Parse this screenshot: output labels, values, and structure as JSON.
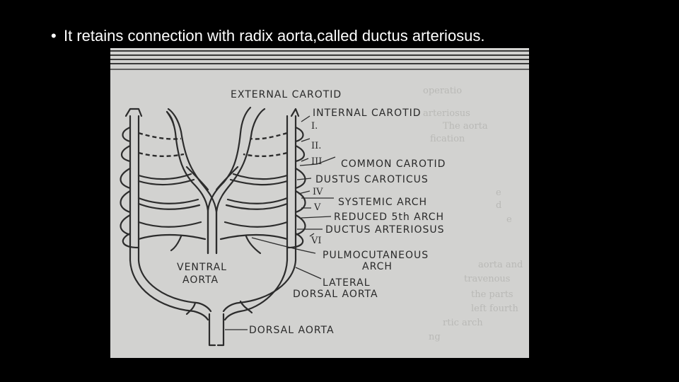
{
  "slide": {
    "bullet_text": "It retains connection with radix aorta,called ductus arteriosus."
  },
  "diagram": {
    "labels": {
      "external_carotid": "EXTERNAL CAROTID",
      "internal_carotid": "INTERNAL CAROTID",
      "arch_i": "I.",
      "arch_ii": "II.",
      "arch_iii": "III",
      "common_carotid": "COMMON CAROTID",
      "ductus_caroticus": "DUSTUS CAROTICUS",
      "arch_iv": "IV",
      "systemic_arch": "SYSTEMIC ARCH",
      "arch_v": "V",
      "reduced_5th_arch": "REDUCED 5th ARCH",
      "ductus_arteriosus": "DUCTUS ARTERIOSUS",
      "arch_vi": "VI",
      "pulmocutaneous_arch_1": "PULMOCUTANEOUS",
      "pulmocutaneous_arch_2": "ARCH",
      "ventral_aorta_1": "VENTRAL",
      "ventral_aorta_2": "AORTA",
      "lateral_dorsal_aorta_1": "LATERAL",
      "lateral_dorsal_aorta_2": "DORSAL AORTA",
      "dorsal_aorta": "DORSAL AORTA"
    }
  }
}
